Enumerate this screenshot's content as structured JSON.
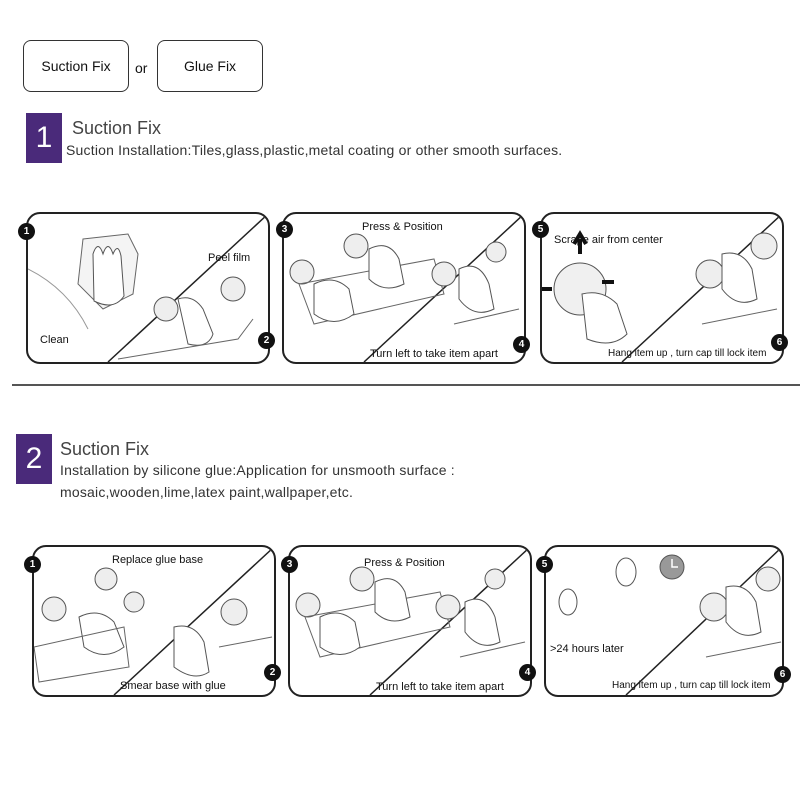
{
  "header": {
    "tab1": "Suction Fix",
    "or": "or",
    "tab2": "Glue Fix"
  },
  "section1": {
    "number": "1",
    "title": "Suction Fix",
    "subtitle": "Suction Installation:Tiles,glass,plastic,metal coating or other smooth surfaces.",
    "panels": [
      {
        "labels": [
          "Clean",
          "Peel film"
        ],
        "steps": [
          "1",
          "2"
        ]
      },
      {
        "labels": [
          "Press & Position",
          "Turn left to take item apart"
        ],
        "steps": [
          "3",
          "4"
        ]
      },
      {
        "labels": [
          "Scrape air from center",
          "Hang item up , turn cap till lock item"
        ],
        "steps": [
          "5",
          "6"
        ]
      }
    ]
  },
  "section2": {
    "number": "2",
    "title": "Suction Fix",
    "subtitle_line1": "Installation by silicone glue:Application for unsmooth surface :",
    "subtitle_line2": "mosaic,wooden,lime,latex paint,wallpaper,etc.",
    "panels": [
      {
        "labels": [
          "Replace glue base",
          "Smear base with glue"
        ],
        "steps": [
          "1",
          "2"
        ]
      },
      {
        "labels": [
          "Press & Position",
          "Turn left to take item apart"
        ],
        "steps": [
          "3",
          "4"
        ]
      },
      {
        "labels": [
          ">24 hours later",
          "Hang item up , turn cap till lock item"
        ],
        "steps": [
          "5",
          "6"
        ]
      }
    ]
  }
}
